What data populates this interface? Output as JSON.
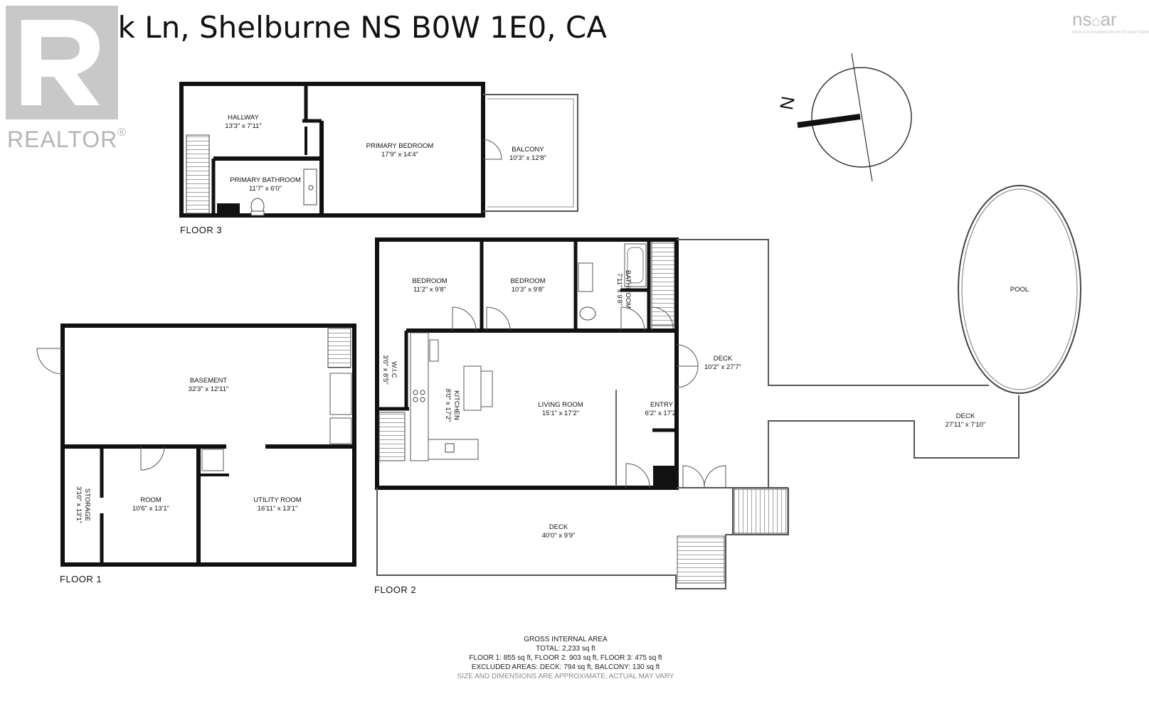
{
  "header": {
    "address": "67 Oak Ln, Shelburne NS B0W 1E0, CA"
  },
  "logos": {
    "realtor": "REALTOR®",
    "nsar": "ns⌂ar",
    "nsar_sub": "NOVA SCOTIA ASSOCIATION OF REALTORS®"
  },
  "compass": {
    "north_label": "N"
  },
  "floors": {
    "floor1": {
      "label": "FLOOR 1",
      "rooms": {
        "basement": {
          "name": "BASEMENT",
          "size": "32'3\" x 12'11\""
        },
        "storage": {
          "name": "STORAGE",
          "size": "3'10\" x 13'1\""
        },
        "room": {
          "name": "ROOM",
          "size": "10'6\" x 13'1\""
        },
        "utility": {
          "name": "UTILITY ROOM",
          "size": "16'11\" x 13'1\""
        }
      }
    },
    "floor2": {
      "label": "FLOOR 2",
      "rooms": {
        "bedroom1": {
          "name": "BEDROOM",
          "size": "11'2\" x 9'8\""
        },
        "bedroom2": {
          "name": "BEDROOM",
          "size": "10'3\" x 9'8\""
        },
        "bathroom": {
          "name": "BATHROOM",
          "size": "7'11\" x 9'8\""
        },
        "wic": {
          "name": "W.I.C",
          "size": "3'0\" x 8'5\""
        },
        "kitchen": {
          "name": "KITCHEN",
          "size": "8'0\" x 17'2\""
        },
        "living": {
          "name": "LIVING ROOM",
          "size": "15'1\" x 17'2\""
        },
        "entry": {
          "name": "ENTRY",
          "size": "6'2\" x 17'2\""
        },
        "deck_east": {
          "name": "DECK",
          "size": "10'2\" x 27'7\""
        },
        "deck_pool": {
          "name": "DECK",
          "size": "27'11\" x 7'10\""
        },
        "deck_south": {
          "name": "DECK",
          "size": "40'0\" x 9'9\""
        },
        "pool": {
          "name": "POOL"
        }
      }
    },
    "floor3": {
      "label": "FLOOR 3",
      "rooms": {
        "hallway": {
          "name": "HALLWAY",
          "size": "13'3\" x 7'11\""
        },
        "primary_bedroom": {
          "name": "PRIMARY BEDROOM",
          "size": "17'9\" x 14'4\""
        },
        "primary_bathroom": {
          "name": "PRIMARY BATHROOM",
          "size": "11'7\" x 6'0\""
        },
        "balcony": {
          "name": "BALCONY",
          "size": "10'3\" x 12'8\""
        }
      }
    }
  },
  "summary": {
    "heading": "GROSS INTERNAL AREA",
    "total": "TOTAL: 2,233 sq ft",
    "floors": "FLOOR 1: 855 sq ft, FLOOR 2: 903 sq ft, FLOOR 3: 475 sq ft",
    "excluded": "EXCLUDED AREAS: DECK: 794 sq ft, BALCONY: 130 sq ft",
    "note": "SIZE AND DIMENSIONS ARE APPROXIMATE, ACTUAL MAY VARY"
  }
}
